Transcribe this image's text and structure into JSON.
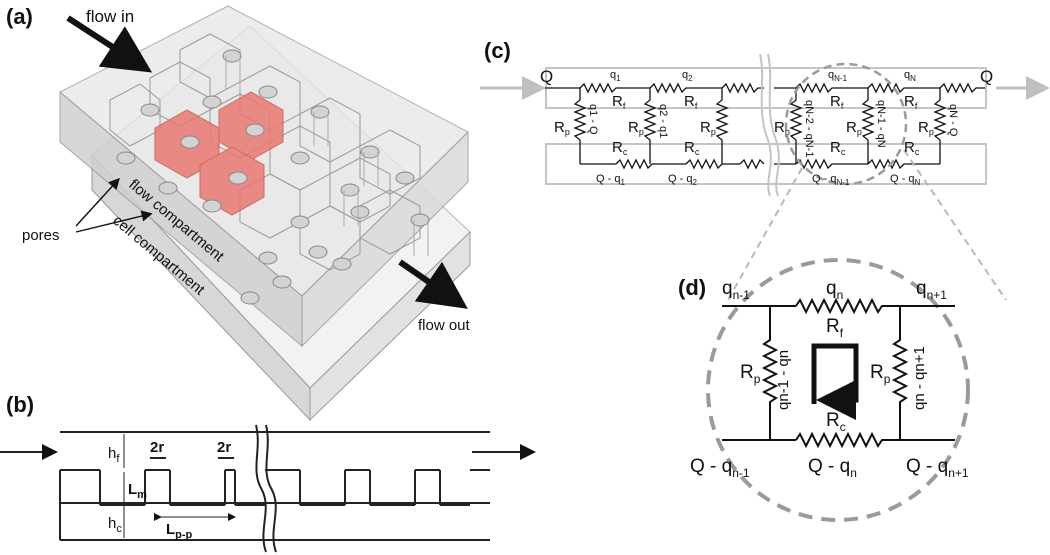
{
  "panels": {
    "a": {
      "label": "(a)",
      "flow_in": "flow in",
      "flow_out": "flow out",
      "pores": "pores",
      "flow_compartment": "flow compartment",
      "cell_compartment": "cell compartment"
    },
    "b": {
      "label": "(b)",
      "hf": "h",
      "hf_sub": "f",
      "hc": "h",
      "hc_sub": "c",
      "two_r_1": "2r",
      "two_r_2": "2r",
      "lm": "L",
      "lm_sub": "m",
      "lpp": "L",
      "lpp_sub": "p-p"
    },
    "c": {
      "label": "(c)",
      "Q_in": "Q",
      "Q_out": "Q",
      "q1": "q",
      "q1_sub": "1",
      "q2": "q",
      "q2_sub": "2",
      "qN1": "q",
      "qN1_sub": "N-1",
      "qN": "q",
      "qN_sub": "N",
      "Rf": "R",
      "Rf_sub": "f",
      "Rp": "R",
      "Rp_sub": "p",
      "Rc": "R",
      "Rc_sub": "c",
      "bottom_1": "Q - q",
      "bottom_1_sub": "1",
      "bottom_2": "Q - q",
      "bottom_2_sub": "2",
      "bottom_3": "Q - q",
      "bottom_3_sub": "N-1",
      "bottom_4": "Q - q",
      "bottom_4_sub": "N",
      "vert_1": "q1 - Q",
      "vert_2": "q2 - q1",
      "vert_3": "qN-2 - qN-1",
      "vert_4": "qN-1 - qN",
      "vert_5": "qN - Q"
    },
    "d": {
      "label": "(d)",
      "q_left": "q",
      "q_left_sub": "n-1",
      "q_mid": "q",
      "q_mid_sub": "n",
      "q_right": "q",
      "q_right_sub": "n+1",
      "Rf": "R",
      "Rf_sub": "f",
      "Rp_left": "R",
      "Rp_left_sub": "p",
      "Rp_right": "R",
      "Rp_right_sub": "p",
      "Rc": "R",
      "Rc_sub": "c",
      "vert_left": "qn-1 - qn",
      "vert_right": "qn - qn+1",
      "bottom_left": "Q - q",
      "bottom_left_sub": "n-1",
      "bottom_mid": "Q - q",
      "bottom_mid_sub": "n",
      "bottom_right": "Q - q",
      "bottom_right_sub": "n+1"
    }
  },
  "colors": {
    "ink": "#111111",
    "gray": "#9a9a9a",
    "light_gray": "#c8c8c8",
    "pore_fill": "#d6d6d6",
    "highlight": "#e87a72",
    "box_face": "#dcdcdc",
    "box_top": "#e9e9e9"
  }
}
